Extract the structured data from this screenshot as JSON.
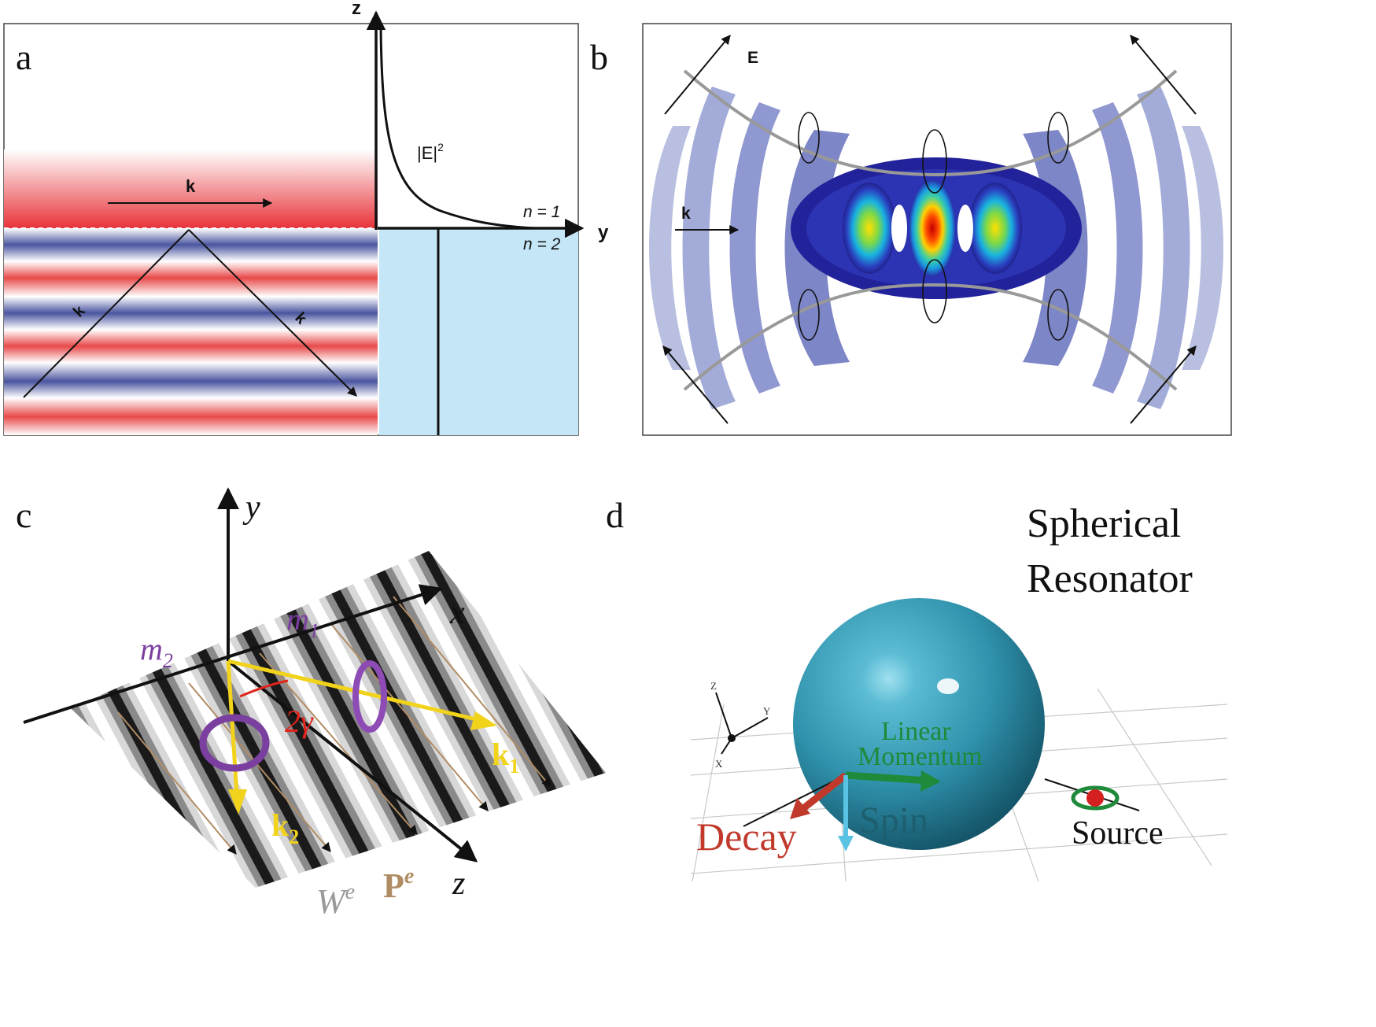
{
  "panels": {
    "a": {
      "label": "a",
      "axis_z": "z",
      "axis_y": "y",
      "intensity_label": "|E|",
      "intensity_exp": "2",
      "k_top": "k",
      "k_left": "k",
      "k_right": "k",
      "n1": "n = 1",
      "n2": "n = 2",
      "colors": {
        "red": "#e23a3a",
        "blue": "#3d4f9e",
        "glass": "#c4e6f7"
      }
    },
    "b": {
      "label": "b",
      "e_label": "E",
      "k_label": "k"
    },
    "c": {
      "label": "c",
      "axis_y": "y",
      "axis_x": "x",
      "axis_z": "z",
      "m1": "m",
      "m1_sub": "1",
      "m2": "m",
      "m2_sub": "2",
      "angle": "2γ",
      "k1": "k",
      "k1_sub": "1",
      "k2": "k",
      "k2_sub": "2",
      "we": "W",
      "we_sup": "e",
      "pe": "P",
      "pe_sup": "e",
      "colors": {
        "purple": "#7b3fa0",
        "red": "#e0241b",
        "yellow": "#f2d31b",
        "tan": "#b08c64"
      }
    },
    "d": {
      "label": "d",
      "title_line1": "Spherical",
      "title_line2": "Resonator",
      "lin_line1": "Linear",
      "lin_line2": "Momentum",
      "spin": "Spin",
      "decay": "Decay",
      "source": "Source",
      "ax_z": "Z",
      "ax_y": "Y",
      "ax_x": "X",
      "colors": {
        "sphere": "#3a9ab2",
        "green": "#1f8a3a",
        "red": "#c0392b",
        "spin": "#1e5f6f"
      }
    }
  }
}
